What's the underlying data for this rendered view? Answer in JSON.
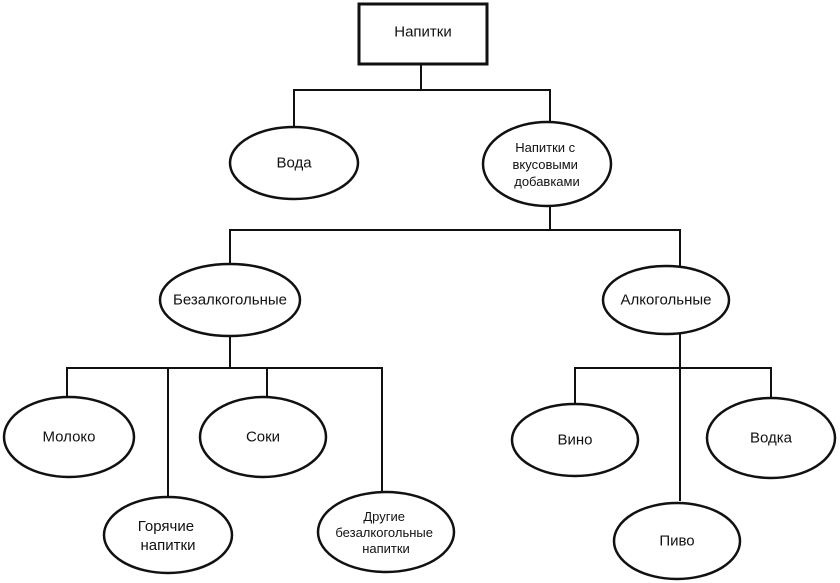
{
  "diagram": {
    "title": "Напитки",
    "nodes": {
      "root": "Напитки",
      "water": "Вода",
      "flavored": [
        "Напитки с",
        "вкусовыми",
        "добавками"
      ],
      "nonalcoholic": "Безалкогольные",
      "alcoholic": "Алкогольные",
      "milk": "Молоко",
      "hot": [
        "Горячие",
        "напитки"
      ],
      "juices": "Соки",
      "other": [
        "Другие",
        "безалкогольные",
        "напитки"
      ],
      "wine": "Вино",
      "beer": "Пиво",
      "vodka": "Водка"
    }
  }
}
